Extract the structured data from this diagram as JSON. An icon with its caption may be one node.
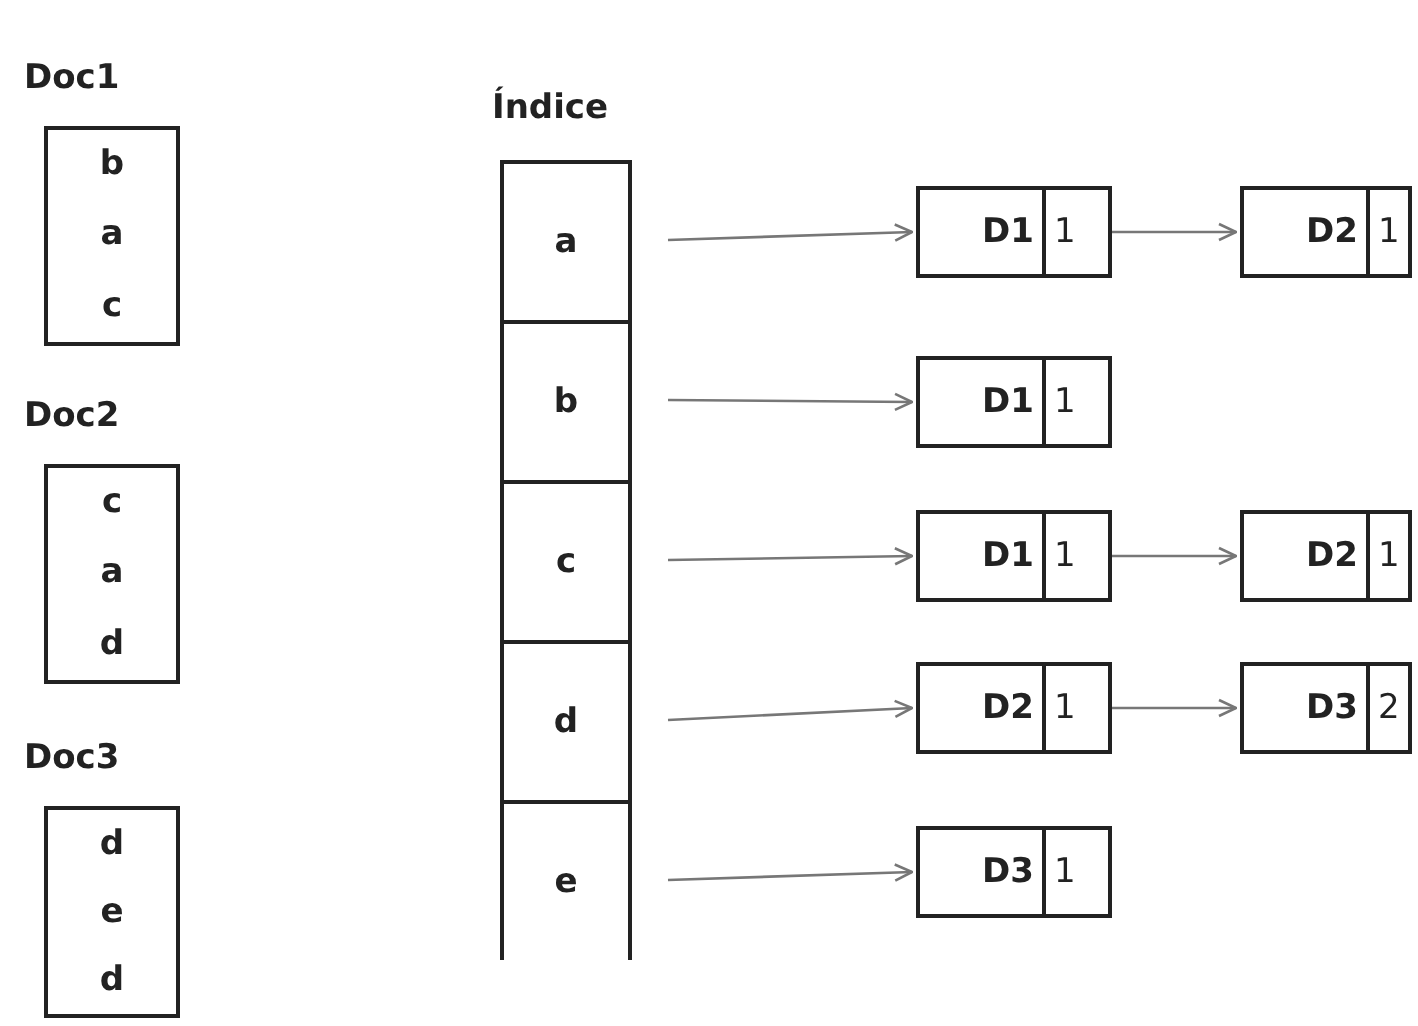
{
  "diagram": {
    "nodes": [
      {
        "text": [
          "Doc1",
          "b",
          "a",
          "c"
        ]
      },
      {
        "text": [
          "Doc2",
          "c",
          "a",
          "d"
        ]
      },
      {
        "text": [
          "Doc3",
          "d",
          "e",
          "d"
        ]
      },
      {
        "text": [
          "Índice"
        ]
      },
      {
        "text": [
          "a"
        ],
        "in": 3
      },
      {
        "text": [
          "b"
        ],
        "in": 3
      },
      {
        "text": [
          "c"
        ],
        "in": 3
      },
      {
        "text": [
          "d"
        ],
        "in": 3
      },
      {
        "text": [
          "e"
        ],
        "in": 3
      },
      {
        "text": [
          "D1",
          "1"
        ]
      },
      {
        "text": [
          "D2",
          "1"
        ]
      },
      {
        "text": [
          "D1",
          "1"
        ]
      },
      {
        "text": [
          "D1",
          "1"
        ]
      },
      {
        "text": [
          "D2",
          "1"
        ]
      },
      {
        "text": [
          "D2",
          "1"
        ]
      },
      {
        "text": [
          "D3",
          "2"
        ]
      },
      {
        "text": [
          "D3",
          "1"
        ]
      }
    ],
    "edges": [
      {
        "from": 4,
        "to": 9,
        "arrow": "to"
      },
      {
        "from": 9,
        "to": 10,
        "arrow": "to"
      },
      {
        "from": 5,
        "to": 11,
        "arrow": "to"
      },
      {
        "from": 6,
        "to": 12,
        "arrow": "to"
      },
      {
        "from": 12,
        "to": 13,
        "arrow": "to"
      },
      {
        "from": 7,
        "to": 14,
        "arrow": "to"
      },
      {
        "from": 14,
        "to": 15,
        "arrow": "to"
      },
      {
        "from": 8,
        "to": 16,
        "arrow": "to"
      }
    ]
  }
}
